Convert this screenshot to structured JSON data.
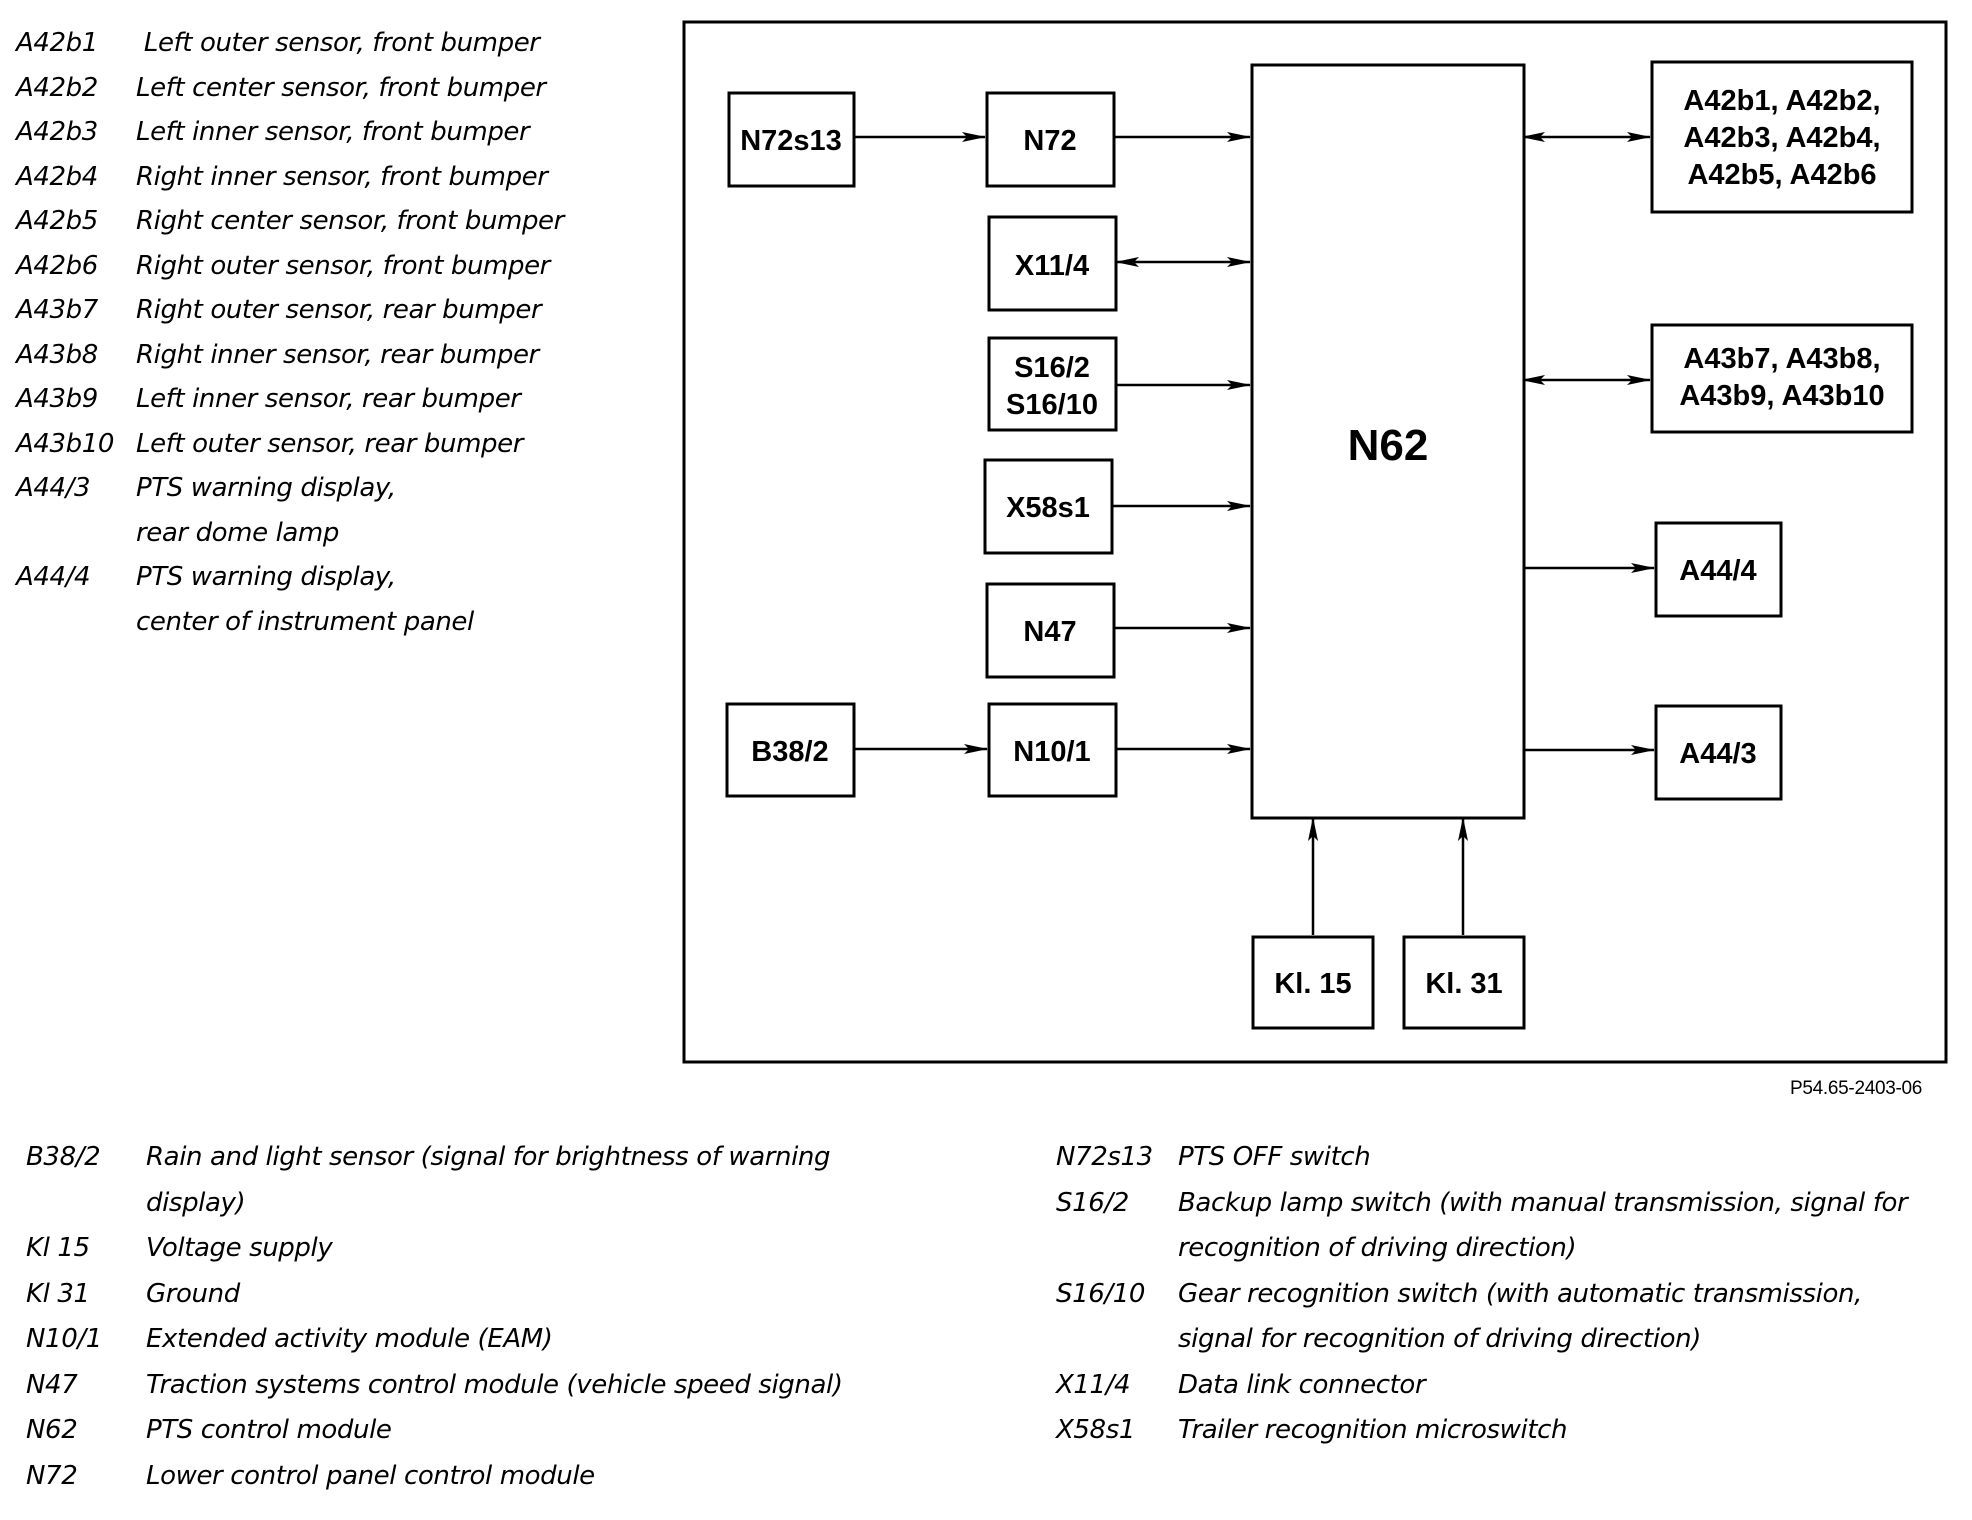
{
  "top_legend": [
    {
      "code": "A42b1",
      "desc": " Left outer sensor, front bumper"
    },
    {
      "code": "A42b2",
      "desc": "Left center sensor, front bumper"
    },
    {
      "code": "A42b3",
      "desc": "Left inner sensor, front bumper"
    },
    {
      "code": "A42b4",
      "desc": "Right inner sensor, front bumper"
    },
    {
      "code": "A42b5",
      "desc": "Right center sensor, front bumper"
    },
    {
      "code": "A42b6",
      "desc": "Right outer sensor, front bumper"
    },
    {
      "code": "A43b7",
      "desc": "Right outer sensor, rear bumper"
    },
    {
      "code": "A43b8",
      "desc": "Right inner sensor, rear bumper"
    },
    {
      "code": "A43b9",
      "desc": "Left inner sensor, rear bumper"
    },
    {
      "code": "A43b10",
      "desc": "Left outer sensor, rear bumper"
    },
    {
      "code": "A44/3",
      "desc": "PTS warning display,\nrear dome lamp"
    },
    {
      "code": "A44/4",
      "desc": "PTS warning display,\ncenter of instrument panel"
    }
  ],
  "blocks": {
    "n72s13": "N72s13",
    "n72": "N72",
    "x11_4": "X11/4",
    "s16_2": "S16/2",
    "s16_10": "S16/10",
    "x58s1": "X58s1",
    "n47": "N47",
    "b38_2": "B38/2",
    "n10_1": "N10/1",
    "n62": "N62",
    "front_sensors": [
      "A42b1, A42b2,",
      "A42b3, A42b4,",
      "A42b5, A42b6"
    ],
    "rear_sensors": [
      "A43b7, A43b8,",
      "A43b9, A43b10"
    ],
    "a44_4": "A44/4",
    "a44_3": "A44/3",
    "kl15": "Kl. 15",
    "kl31": "Kl. 31"
  },
  "figure_ref": "P54.65-2403-06",
  "bottom_legend_left": [
    {
      "code": "B38/2",
      "desc": "Rain and light sensor (signal for brightness of warning\ndisplay)"
    },
    {
      "code": "Kl 15",
      "desc": "Voltage supply"
    },
    {
      "code": "Kl 31",
      "desc": "Ground"
    },
    {
      "code": "N10/1",
      "desc": "Extended activity module (EAM)"
    },
    {
      "code": "N47",
      "desc": "Traction systems control module (vehicle speed signal)"
    },
    {
      "code": "N62",
      "desc": "PTS control module"
    },
    {
      "code": "N72",
      "desc": "Lower control panel control module"
    }
  ],
  "bottom_legend_right": [
    {
      "code": "N72s13",
      "desc": "PTS OFF switch"
    },
    {
      "code": "S16/2",
      "desc": "Backup lamp switch (with manual transmission, signal for\nrecognition of driving direction)"
    },
    {
      "code": "S16/10",
      "desc": "Gear recognition switch (with automatic transmission,\nsignal for recognition of driving direction)"
    },
    {
      "code": "X11/4",
      "desc": "Data link connector"
    },
    {
      "code": "X58s1",
      "desc": "Trailer recognition microswitch"
    }
  ]
}
